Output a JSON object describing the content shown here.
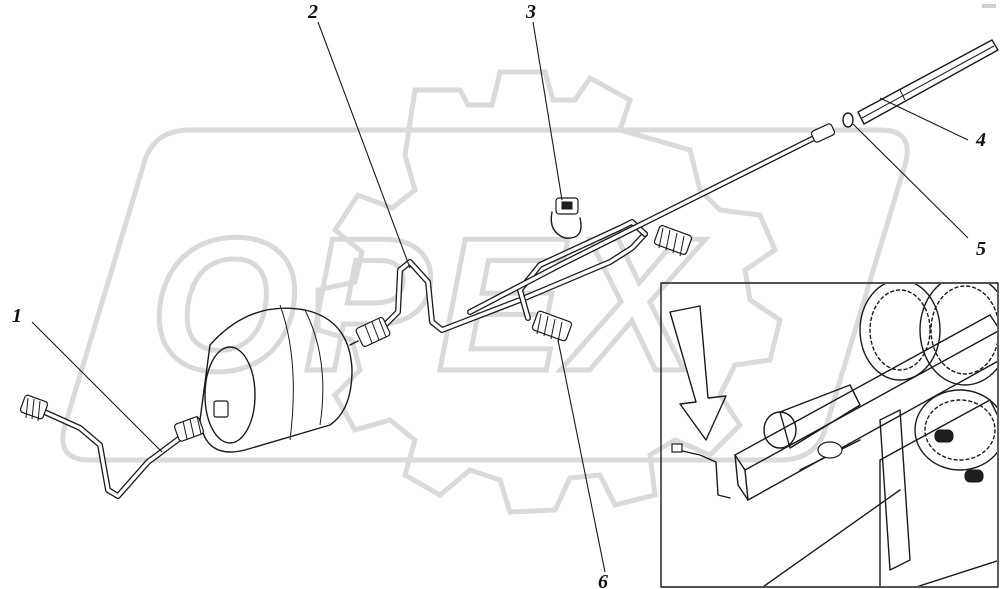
{
  "watermark": {
    "text": "OPEX",
    "icon": "gear-logo-icon"
  },
  "callouts": [
    {
      "id": "1",
      "label": "1"
    },
    {
      "id": "2",
      "label": "2"
    },
    {
      "id": "3",
      "label": "3"
    },
    {
      "id": "4",
      "label": "4"
    },
    {
      "id": "5",
      "label": "5"
    },
    {
      "id": "6",
      "label": "6"
    }
  ],
  "inset": {
    "icon": "down-arrow-icon"
  },
  "colors": {
    "ink": "#1a1a1a",
    "watermark": "#d9d9d9",
    "background": "#ffffff"
  }
}
